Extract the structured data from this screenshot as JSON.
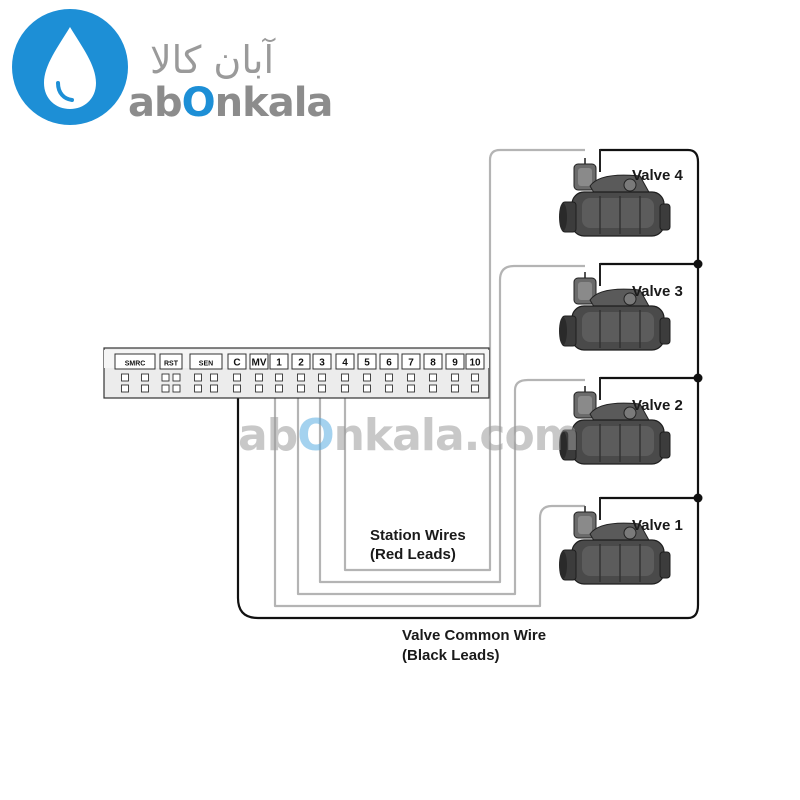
{
  "brand": {
    "name_fa": "آبان کالا",
    "name_en_pre": "ab",
    "name_en_o": "O",
    "name_en_post": "nkala",
    "watermark_pre": "ab",
    "watermark_o": "O",
    "watermark_post": "nkala.com",
    "primary_color": "#1d8fd6",
    "icon": "water-drop-icon"
  },
  "controller": {
    "terminals": [
      "SMRC",
      "RST",
      "SEN",
      "C",
      "MV",
      "1",
      "2",
      "3",
      "4",
      "5",
      "6",
      "7",
      "8",
      "9",
      "10"
    ]
  },
  "valves": [
    {
      "label": "Valve 4"
    },
    {
      "label": "Valve 3"
    },
    {
      "label": "Valve 2"
    },
    {
      "label": "Valve 1"
    }
  ],
  "labels": {
    "station_wires_line1": "Station Wires",
    "station_wires_line2": "(Red Leads)",
    "common_wire_line1": "Valve Common Wire",
    "common_wire_line2": "(Black Leads)"
  },
  "colors": {
    "station_wire": "#b4b4b4",
    "common_wire": "#111111",
    "controller_body": "#e8e8e8",
    "valve_body": "#4a4a4a"
  }
}
